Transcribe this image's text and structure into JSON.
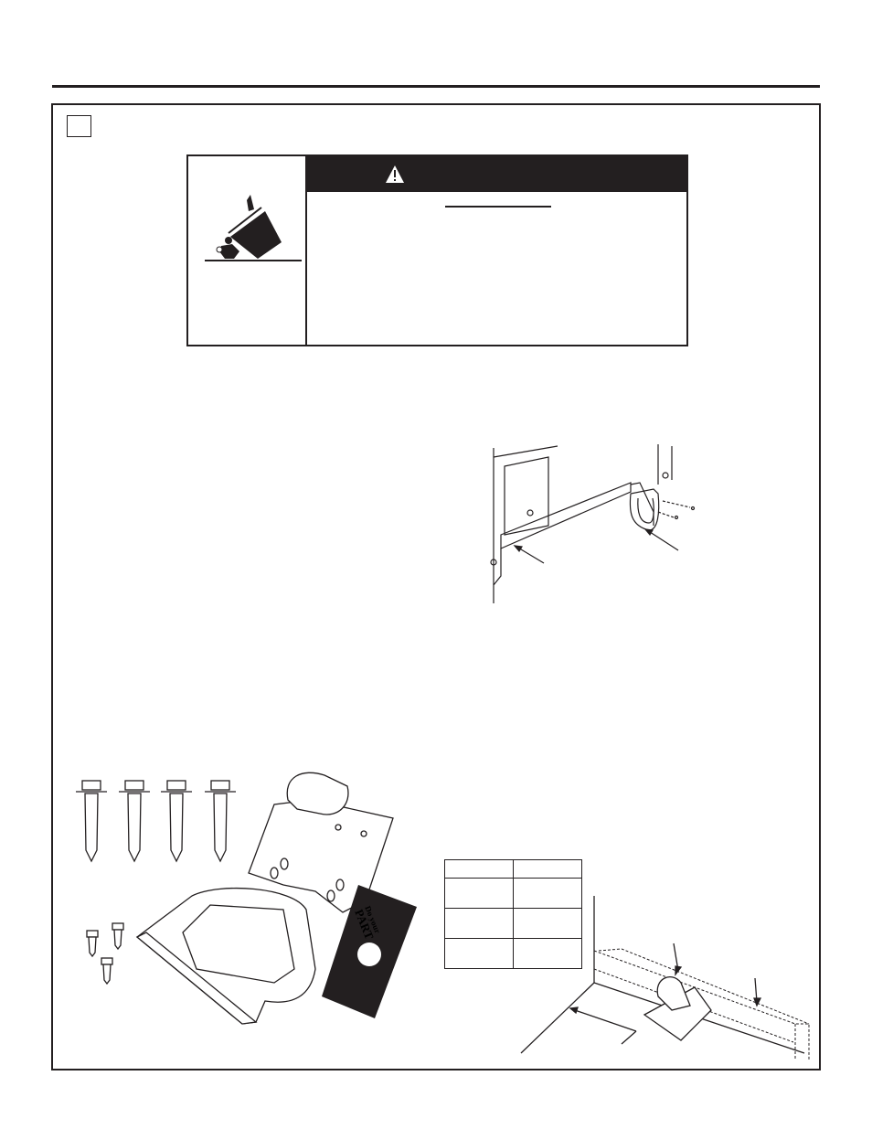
{
  "warning": {
    "icon": "warning-triangle-icon",
    "illustration": "tip-over-hazard-icon"
  },
  "parts_card": {
    "line1": "Do your",
    "line2": "PART"
  },
  "colors": {
    "ink": "#231f20",
    "paper": "#ffffff"
  },
  "spec_table": {
    "rows": 4,
    "columns": 2
  }
}
